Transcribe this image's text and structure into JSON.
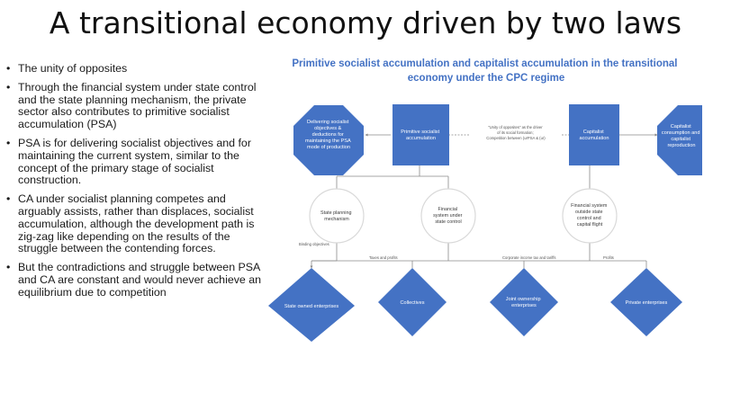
{
  "slide": {
    "title": "A transitional economy driven by two laws",
    "bullets": [
      "The unity of opposites",
      "Through the financial system under state control and the state planning mechanism, the private sector also contributes to primitive socialist accumulation (PSA)",
      "PSA is for delivering socialist objectives and for maintaining the current system, similar to the concept of the primary stage of socialist construction.",
      "CA under socialist planning competes and arguably assists, rather than displaces, socialist accumulation, although the development path is zig-zag like depending on the results of the struggle between the contending forces.",
      "But the contradictions and struggle between PSA and CA are constant and would never achieve an equilibrium due to competition"
    ]
  },
  "diagram": {
    "title_lines": [
      "Primitive socialist accumulation and capitalist accumulation in the transitional",
      "economy under the CPC regime"
    ],
    "octagon_left_lines": [
      "Delivering socialist",
      "objectives &",
      "deductions for",
      "maintaining the PSA",
      "mode of production"
    ],
    "psa_box_lines": [
      "Primitive socialist",
      "accumulation"
    ],
    "center_note_lines": [
      "\"Unity of opposites\" as the driver",
      "of its social formation;",
      "Competition between (urPSA & (ur)"
    ],
    "ca_box_lines": [
      "Capitalist",
      "accumulation"
    ],
    "octagon_right_lines": [
      "Capitalist",
      "consumption and",
      "capitalist",
      "reproduction"
    ],
    "circle_planning_lines": [
      "State planning",
      "mechanism"
    ],
    "circle_financial_lines": [
      "Financial",
      "system under",
      "state control"
    ],
    "circle_outside_lines": [
      "Financial system",
      "outside state",
      "control and",
      "capital flight"
    ],
    "label_binding": "Binding objectives",
    "label_taxes": "Taxes and profits",
    "label_corporate": "Corporate income tax and tariffs",
    "label_profits": "Profits",
    "diamond_labels": [
      [
        "State owned enterprises"
      ],
      [
        "Collectives"
      ],
      [
        "Joint ownership",
        "enterprises"
      ],
      [
        "Private enterprises"
      ]
    ],
    "colors": {
      "shape_fill": "#4472c4",
      "title": "#4472c4",
      "circle_stroke": "#d9d9d9",
      "connector": "#8a8a8a"
    }
  }
}
